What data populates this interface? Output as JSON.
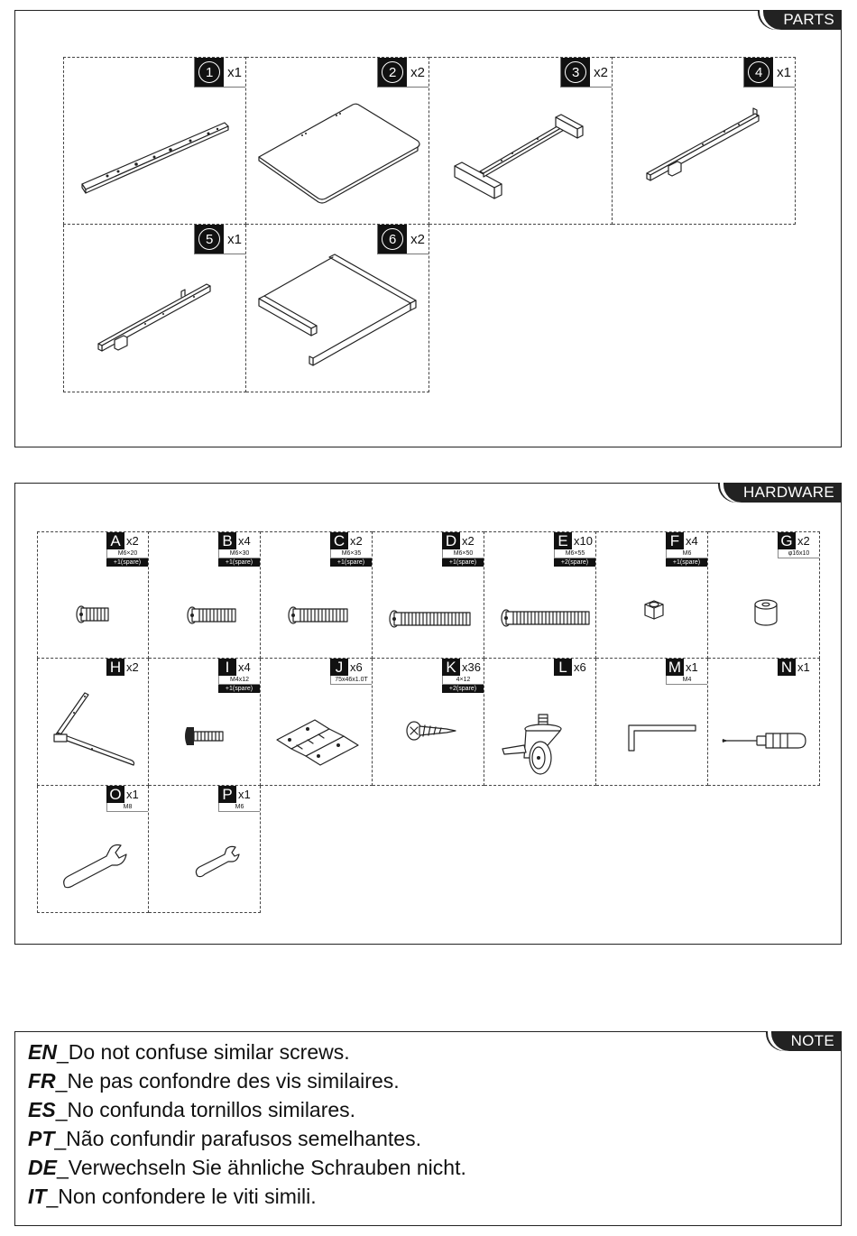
{
  "parts": {
    "tab_label": "PARTS",
    "items": [
      {
        "num": "1",
        "qty": "x1",
        "icon": "long-panel-icon"
      },
      {
        "num": "2",
        "qty": "x2",
        "icon": "desktop-board-icon"
      },
      {
        "num": "3",
        "qty": "x2",
        "icon": "foot-beam-icon"
      },
      {
        "num": "4",
        "qty": "x1",
        "icon": "crossbar-icon"
      },
      {
        "num": "5",
        "qty": "x1",
        "icon": "crossbar-icon"
      },
      {
        "num": "6",
        "qty": "x2",
        "icon": "u-frame-icon"
      }
    ]
  },
  "hardware": {
    "tab_label": "HARDWARE",
    "items": [
      {
        "letter": "A",
        "qty": "x2",
        "spec": "M6×20",
        "spare": "+1(spare)",
        "icon": "short-bolt-icon"
      },
      {
        "letter": "B",
        "qty": "x4",
        "spec": "M6×30",
        "spare": "+1(spare)",
        "icon": "bolt-icon"
      },
      {
        "letter": "C",
        "qty": "x2",
        "spec": "M6×35",
        "spare": "+1(spare)",
        "icon": "bolt-icon"
      },
      {
        "letter": "D",
        "qty": "x2",
        "spec": "M6×50",
        "spare": "+1(spare)",
        "icon": "long-bolt-icon"
      },
      {
        "letter": "E",
        "qty": "x10",
        "spec": "M6×55",
        "spare": "+2(spare)",
        "icon": "long-bolt-icon"
      },
      {
        "letter": "F",
        "qty": "x4",
        "spec": "M6",
        "spare": "+1(spare)",
        "icon": "hex-nut-icon"
      },
      {
        "letter": "G",
        "qty": "x2",
        "spec": "φ16x10",
        "spare": "",
        "icon": "spacer-icon"
      },
      {
        "letter": "H",
        "qty": "x2",
        "spec": "",
        "spare": "",
        "icon": "l-bracket-icon"
      },
      {
        "letter": "I",
        "qty": "x4",
        "spec": "M4x12",
        "spare": "+1(spare)",
        "icon": "machine-screw-icon"
      },
      {
        "letter": "J",
        "qty": "x6",
        "spec": "75x46x1.0T",
        "spare": "",
        "icon": "hinge-icon"
      },
      {
        "letter": "K",
        "qty": "x36",
        "spec": "4×12",
        "spare": "+2(spare)",
        "icon": "wood-screw-icon"
      },
      {
        "letter": "L",
        "qty": "x6",
        "spec": "",
        "spare": "",
        "icon": "caster-wheel-icon"
      },
      {
        "letter": "M",
        "qty": "x1",
        "spec": "M4",
        "spare": "",
        "icon": "allen-key-icon"
      },
      {
        "letter": "N",
        "qty": "x1",
        "spec": "",
        "spare": "",
        "icon": "screwdriver-icon"
      },
      {
        "letter": "O",
        "qty": "x1",
        "spec": "M8",
        "spare": "",
        "icon": "wrench-icon"
      },
      {
        "letter": "P",
        "qty": "x1",
        "spec": "M6",
        "spare": "",
        "icon": "wrench-icon"
      }
    ]
  },
  "note": {
    "tab_label": "NOTE",
    "lines": [
      {
        "lang": "EN",
        "text": "_Do not confuse similar screws."
      },
      {
        "lang": "FR",
        "text": "_Ne pas confondre des vis similaires."
      },
      {
        "lang": "ES",
        "text": "_No confunda tornillos similares."
      },
      {
        "lang": "PT",
        "text": "_Não confundir parafusos semelhantes."
      },
      {
        "lang": "DE",
        "text": "_Verwechseln Sie ähnliche Schrauben nicht."
      },
      {
        "lang": "IT",
        "text": "_Non confondere le viti simili."
      }
    ]
  }
}
